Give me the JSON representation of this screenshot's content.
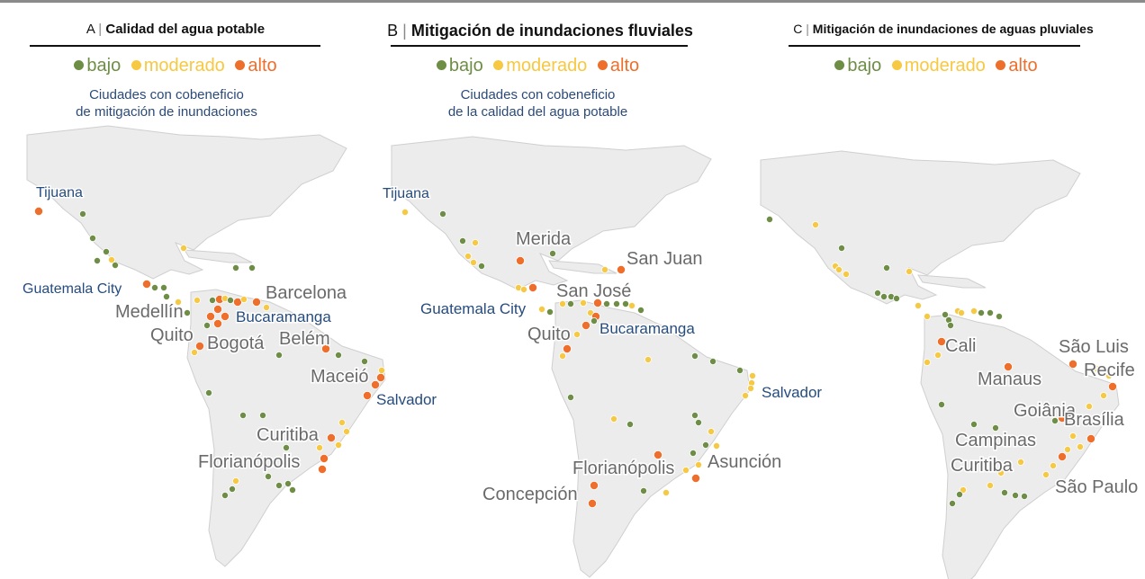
{
  "colors": {
    "bajo": "#6e8e45",
    "moderado": "#f7c841",
    "alto": "#ee6e2b",
    "highlight_label": "#264c7e",
    "plain_label": "#6a6a6a",
    "land": "#ececec",
    "coast": "#cfcfcf"
  },
  "legend": {
    "bajo": "bajo",
    "moderado": "moderado",
    "alto": "alto"
  },
  "panels": [
    {
      "letter": "A",
      "separator": "|",
      "title": "Calidad del agua potable",
      "note": [
        "Ciudades con cobeneficio",
        "de mitigación de inundaciones"
      ],
      "labels": [
        {
          "text": "Tijuana",
          "style": "highlight"
        },
        {
          "text": "Guatemala City",
          "style": "highlight"
        },
        {
          "text": "Barcelona",
          "style": "plain"
        },
        {
          "text": "Medellín",
          "style": "plain"
        },
        {
          "text": "Bucaramanga",
          "style": "highlight"
        },
        {
          "text": "Quito",
          "style": "plain"
        },
        {
          "text": "Bogotá",
          "style": "plain"
        },
        {
          "text": "Belém",
          "style": "plain"
        },
        {
          "text": "Maceió",
          "style": "plain"
        },
        {
          "text": "Salvador",
          "style": "highlight"
        },
        {
          "text": "Curitiba",
          "style": "plain"
        },
        {
          "text": "Florianópolis",
          "style": "plain"
        }
      ]
    },
    {
      "letter": "B",
      "separator": "|",
      "title": "Mitigación de inundaciones fluviales",
      "note": [
        "Ciudades con cobeneficio",
        "de la calidad del agua potable"
      ],
      "labels": [
        {
          "text": "Tijuana",
          "style": "highlight"
        },
        {
          "text": "Merida",
          "style": "plain"
        },
        {
          "text": "San Juan",
          "style": "plain"
        },
        {
          "text": "San José",
          "style": "plain"
        },
        {
          "text": "Guatemala City",
          "style": "highlight"
        },
        {
          "text": "Bucaramanga",
          "style": "highlight"
        },
        {
          "text": "Quito",
          "style": "plain"
        },
        {
          "text": "Salvador",
          "style": "highlight"
        },
        {
          "text": "Florianópolis",
          "style": "plain"
        },
        {
          "text": "Asunción",
          "style": "plain"
        },
        {
          "text": "Concepción",
          "style": "plain"
        }
      ]
    },
    {
      "letter": "C",
      "separator": "|",
      "title": "Mitigación de inundaciones de aguas pluviales",
      "note": [],
      "labels": [
        {
          "text": "Cali",
          "style": "plain"
        },
        {
          "text": "São Luis",
          "style": "plain"
        },
        {
          "text": "Manaus",
          "style": "plain"
        },
        {
          "text": "Recife",
          "style": "plain"
        },
        {
          "text": "Goiânia",
          "style": "plain"
        },
        {
          "text": "Brasília",
          "style": "plain"
        },
        {
          "text": "Campinas",
          "style": "plain"
        },
        {
          "text": "Curitiba",
          "style": "plain"
        },
        {
          "text": "São Paulo",
          "style": "plain"
        }
      ]
    }
  ]
}
